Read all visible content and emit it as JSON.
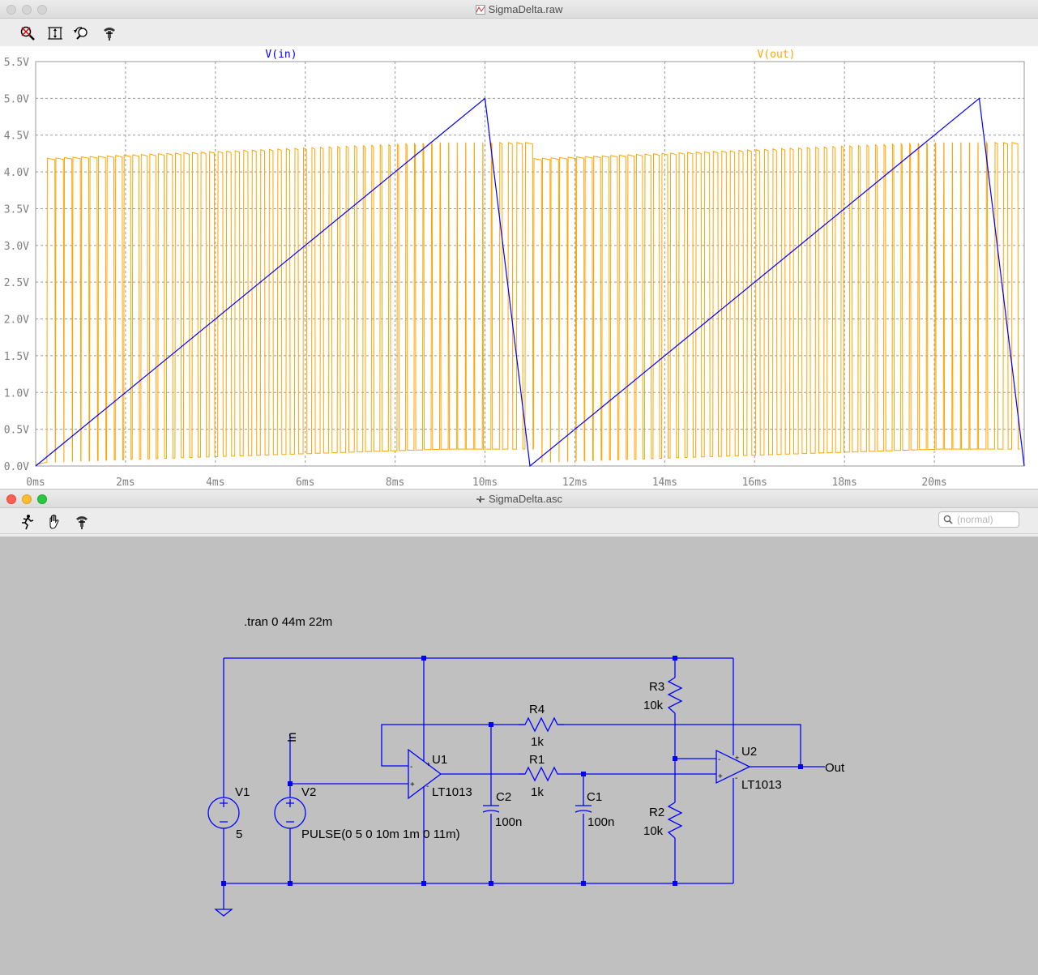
{
  "waveform_window": {
    "title": "SigmaDelta.raw",
    "toolbar": [
      "zoom-icon",
      "autorange-icon",
      "undo-zoom-icon",
      "probe-icon"
    ]
  },
  "chart_data": {
    "type": "line",
    "x_unit": "ms",
    "xlim": [
      0,
      22
    ],
    "ylim": [
      0,
      5.5
    ],
    "x_ticks": [
      "0ms",
      "2ms",
      "4ms",
      "6ms",
      "8ms",
      "10ms",
      "12ms",
      "14ms",
      "16ms",
      "18ms",
      "20ms"
    ],
    "y_ticks": [
      "0.0V",
      "0.5V",
      "1.0V",
      "1.5V",
      "2.0V",
      "2.5V",
      "3.0V",
      "3.5V",
      "4.0V",
      "4.5V",
      "5.0V",
      "5.5V"
    ],
    "grid": true,
    "series": [
      {
        "name": "V(in)",
        "color": "#0000ff",
        "x": [
          0,
          10,
          11,
          21,
          22
        ],
        "y": [
          0,
          5,
          0,
          5,
          0
        ]
      },
      {
        "name": "V(out)",
        "color": "#ffa500",
        "description": "square pulse train between about 0.05 V and 4.4 V",
        "high_level": 4.3,
        "low_level": 0.1,
        "pulse_count_per_period": 58
      }
    ]
  },
  "schematic_window": {
    "title": "SigmaDelta.asc",
    "toolbar": [
      "run-icon",
      "pan-icon",
      "probe-icon"
    ],
    "search_placeholder": "(normal)"
  },
  "schematic": {
    "directive": ".tran 0 44m 22m",
    "labels": {
      "V1": "V1",
      "V1_val": "5",
      "V2": "V2",
      "V2_val": "PULSE(0 5 0 10m 1m 0 11m)",
      "U1": "U1",
      "U1_model": "LT1013",
      "U2": "U2",
      "U2_model": "LT1013",
      "R1": "R1",
      "R1_val": "1k",
      "R2": "R2",
      "R2_val": "10k",
      "R3": "R3",
      "R3_val": "10k",
      "R4": "R4",
      "R4_val": "1k",
      "C1": "C1",
      "C1_val": "100n",
      "C2": "C2",
      "C2_val": "100n",
      "in_net": "In",
      "out_net": "Out",
      "plus": "+",
      "minus": "-"
    },
    "wire_color": "#0000ff"
  }
}
